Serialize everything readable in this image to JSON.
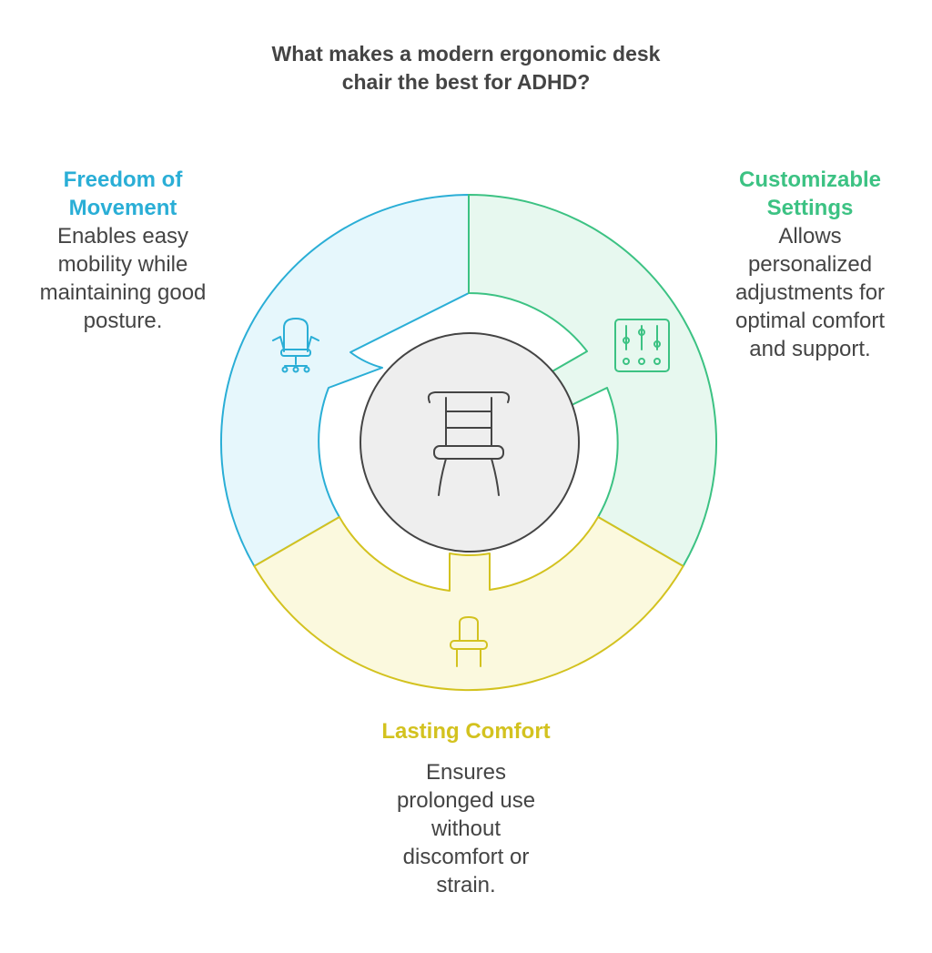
{
  "title": {
    "line1": "What makes a modern ergonomic desk",
    "line2": "chair the best for ADHD?"
  },
  "segments": [
    {
      "id": "freedom",
      "heading_line1": "Freedom of",
      "heading_line2": "Movement",
      "desc_lines": [
        "Enables easy",
        "mobility while",
        "maintaining good",
        "posture."
      ],
      "color": "#2aaed6",
      "fill": "#e6f7fc",
      "icon": "office-chair-icon"
    },
    {
      "id": "custom",
      "heading_line1": "Customizable",
      "heading_line2": "Settings",
      "desc_lines": [
        "Allows",
        "personalized",
        "adjustments for",
        "optimal comfort",
        "and support."
      ],
      "color": "#3cc283",
      "fill": "#e7f8ef",
      "icon": "sliders-icon"
    },
    {
      "id": "comfort",
      "heading_line1": "Lasting Comfort",
      "desc_lines": [
        "Ensures",
        "prolonged use",
        "without",
        "discomfort or",
        "strain."
      ],
      "color": "#d3c21f",
      "fill": "#fbf9de",
      "icon": "simple-chair-icon"
    }
  ],
  "center": {
    "icon": "desk-chair-icon",
    "fill": "#eeeeee",
    "stroke": "#444444"
  }
}
